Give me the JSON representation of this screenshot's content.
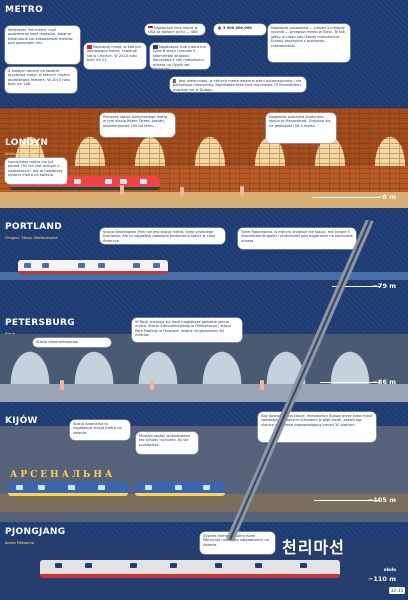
{
  "header": {
    "title": "METRO",
    "intro": "Większość linii metra, czyli podziemnej kolei miejskiej, biegnie kilkanaście lub kilkadziesiąt metrów pod poziomem ulic.",
    "first": "Z każdym rokiem na świecie przybywa miast, w których można podróżować metrem. W 2014 roku było ich 148.",
    "usa": "Najstarsza linia metra w USA to Nowym Jorku — 468",
    "china": "Najwięcej miast, w których zbudowano metro, znajduje się w Chinach. W 2014 roku było ich 21.",
    "korea": "Najdłuższa linia metra ma tylko 6 stacji i niecałe 9 kilometrów długości. Korzystają z niej mieszkańcy miasta na Oyujili we Wołosnie.",
    "japan_stat": "3 000 000 000",
    "japan": "Najwięcej pasażerów — ponad 3 miliardy rocznie — przewozi metro w Tokio. To tak, jakby w ciągu roku każdy mieszkaniec Europy skorzystał z przejazdu czterokrotnie.",
    "dubai": "Jest wiele miast, w których metro działa w pełni automatycznie i nie potrzebuje maszynisty. Najdłuższa taka linia ma prawie 75 kilometrów i znajduje się w Dubaju."
  },
  "london": {
    "name": "LONDYN",
    "country": "Wielka Brytania",
    "desc": "Londyńskie metro ma już ponad 150 lat: jest jednym z najstarszych. Ale to najstarszy system metra na świecie.",
    "oldest": "Pierwsze stacje londyńskiego metra, w tym stacja Baker Street, zostały otwarte ponad 150 lat temu.",
    "deepest": "Najgłębiej położona londyńska stacja to Hampstead. Znajduje się na głębokości 58,5 metra.",
    "depth": "−8 m"
  },
  "portland": {
    "name": "PORTLAND",
    "country": "Oregon, Stany Zjednoczone",
    "desc": "Stacja Washington Park nie jest stacją metra, tylko szybkiego tramwaju. Ale to najgłębiej położona podziemna stacja w całej Ameryce.",
    "tunnel": "Tunel Robertsona, w którym znajduje się stacja, ma prawie 5 kilometrów długości i przechodzi pod wzgórzami na zachodzie miasta.",
    "depth": "−79 m"
  },
  "petersburg": {
    "name": "PETERSBURG",
    "country": "Rosja",
    "station": "Stacja Admiralitiejskaja",
    "desc": "W Rosji znajdują się dwie najgłębsze głębokie stacje metra. Stacja Admiralitiejskaja w Petersburgu i stacja Park Pobiedy w Moskwie, leżąca na głębokości 84 metrów.",
    "depth": "−86 m"
  },
  "kiev": {
    "name": "KIJÓW",
    "country": "Ukraina",
    "desc": "Stacja Arsenalna to najgłębsza stacja metra na świecie.",
    "passengers": "Musiało zostać wybudowane też schody ruchome, by się przedostać.",
    "escalator": "Aby dostać się na stację, mieszkańcy Kijowa przez kilka minut zjeżdżają ruchomymi schodami w głąb ziemi, pokonując różnicę poziomów odpowiadającą ponad 30 piętrom.",
    "sign": "АРСЕНАЛЬНА",
    "depth": "−105 m"
  },
  "pyongyang": {
    "name": "PJONGJANG",
    "country": "Korea Północna",
    "desc": "System metra w stolicy Korei Północnej należy do najgłębszych na świecie.",
    "sign": "천리마선",
    "depth": "−110 m",
    "depth_label": "około"
  },
  "page_number": "32–33",
  "colors": {
    "background": "#1e3a6e",
    "london": "#b65a26",
    "accent": "#ffe37a"
  }
}
